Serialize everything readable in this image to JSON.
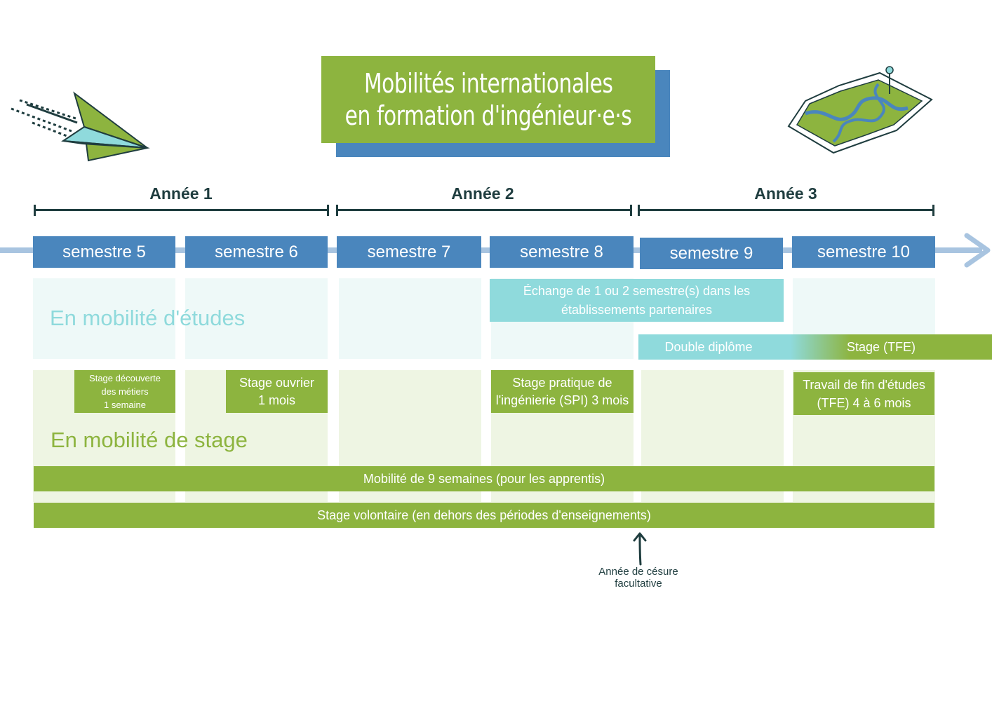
{
  "title": {
    "line1": "Mobilités internationales",
    "line2": "en formation d'ingénieur·e·s"
  },
  "years": [
    "Année 1",
    "Année 2",
    "Année 3"
  ],
  "semesters": [
    "semestre 5",
    "semestre 6",
    "semestre 7",
    "semestre 8",
    "semestre 9",
    "semestre 10"
  ],
  "sections": {
    "etudes": "En mobilité d'études",
    "stage": "En mobilité de stage"
  },
  "etudes": {
    "echange": "Échange de 1 ou 2 semestre(s) dans les\nétablissements partenaires",
    "double_diplome": "Double diplôme",
    "stage_tfe": "Stage (TFE)"
  },
  "stages": {
    "decouverte": "Stage découverte\ndes métiers\n1 semaine",
    "ouvrier": "Stage ouvrier\n1 mois",
    "spi": "Stage pratique de\nl'ingénierie (SPI) 3 mois",
    "tfe": "Travail de fin d'études\n(TFE) 4 à 6 mois"
  },
  "bars": {
    "apprentis": "Mobilité de 9 semaines (pour les apprentis)",
    "volontaire": "Stage volontaire (en dehors des périodes d'enseignements)"
  },
  "note": "Année de césure\nfacultative",
  "colors": {
    "green": "#8db43f",
    "blue": "#4a86bd",
    "teal": "#8fdadc",
    "dark": "#1f3d3f"
  },
  "icons": [
    "paper-plane-icon",
    "map-icon"
  ]
}
